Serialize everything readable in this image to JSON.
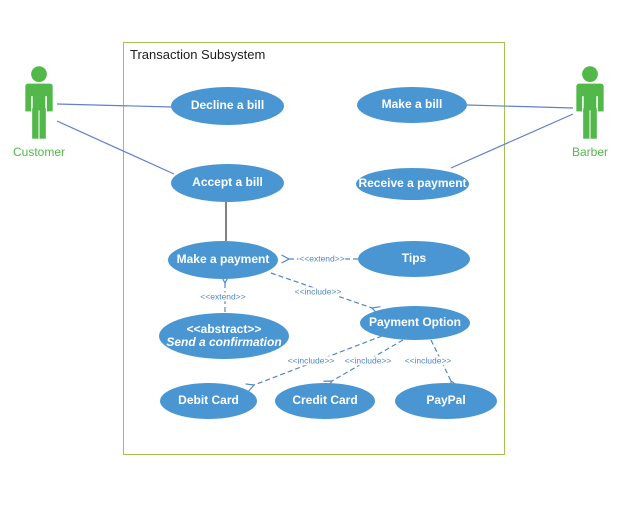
{
  "diagram": {
    "title": "Transaction Subsystem",
    "type": "uml-use-case-diagram",
    "colors": {
      "usecase_fill": "#4a96d2",
      "usecase_text": "#ffffff",
      "actor_green": "#52b84a",
      "boundary_border": "#a5bf55",
      "association_line": "#6180ce",
      "dashed_dependency": "#4f86c6",
      "generalization_line": "#3f3f3f"
    },
    "actors": [
      {
        "name": "Customer"
      },
      {
        "name": "Barber"
      }
    ],
    "usecases": [
      {
        "id": "decline-a-bill",
        "label": "Decline a bill"
      },
      {
        "id": "make-a-bill",
        "label": "Make a bill"
      },
      {
        "id": "accept-a-bill",
        "label": "Accept a bill"
      },
      {
        "id": "receive-a-payment",
        "label": "Receive a payment"
      },
      {
        "id": "make-a-payment",
        "label": "Make a payment"
      },
      {
        "id": "tips",
        "label": "Tips"
      },
      {
        "id": "payment-option",
        "label": "Payment Option"
      },
      {
        "id": "send-a-confirmation",
        "stereotype": "<<abstract>>",
        "label": "Send a confirmation"
      },
      {
        "id": "debit-card",
        "label": "Debit Card"
      },
      {
        "id": "credit-card",
        "label": "Credit Card"
      },
      {
        "id": "paypal",
        "label": "PayPal"
      }
    ],
    "connectors": [
      {
        "id": "tips-extends-make-a-payment",
        "label": "<<extend>>"
      },
      {
        "id": "send-confirmation-extends-make-a-payment",
        "label": "<<extend>>"
      },
      {
        "id": "make-a-payment-includes-payment-option",
        "label": "<<include>>"
      },
      {
        "id": "payment-option-includes-debit-card",
        "label": "<<include>>"
      },
      {
        "id": "payment-option-includes-credit-card",
        "label": "<<include>>"
      },
      {
        "id": "payment-option-includes-paypal",
        "label": "<<include>>"
      }
    ]
  }
}
